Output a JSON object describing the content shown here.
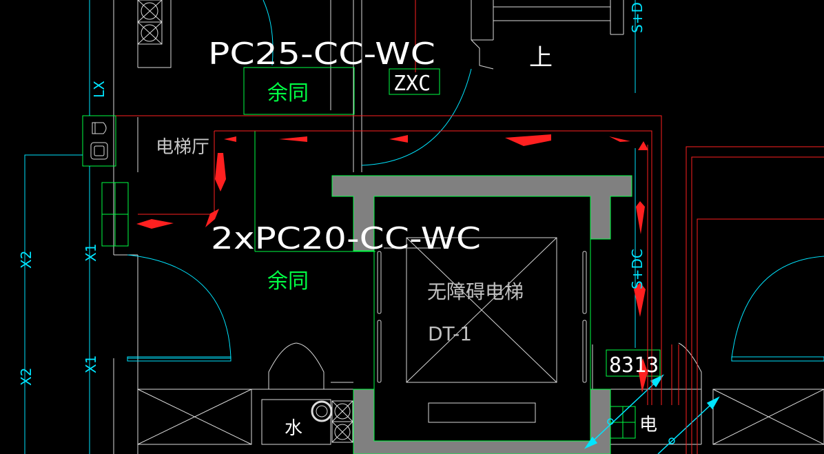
{
  "drawing": {
    "colors": {
      "background": "#000000",
      "wall": "#ffffff",
      "wall_dim": "#bfbfbf",
      "cyan": "#00e5ff",
      "green": "#00ff44",
      "red": "#ff2020",
      "gray_fill": "#808080"
    },
    "labels": {
      "conduit_top": "PC25-CC-WC",
      "conduit_mid": "2xPC20-CC-WC",
      "spare_top": "余同",
      "spare_mid": "余同",
      "zxc_box": "ZXC",
      "up_mark": "上",
      "elevator_hall": "电梯厅",
      "elevator_name": "无障碍电梯",
      "elevator_code": "DT-1",
      "panel_8313": "8313",
      "water": "水",
      "electric": "电",
      "vert_s_d_top": "S+D",
      "vert_s_dc": "S+DC",
      "vert_lx": "LX",
      "vert_x1_a": "X1",
      "vert_x1_b": "X1",
      "vert_x2_a": "X2",
      "vert_x2_b": "X2"
    }
  }
}
